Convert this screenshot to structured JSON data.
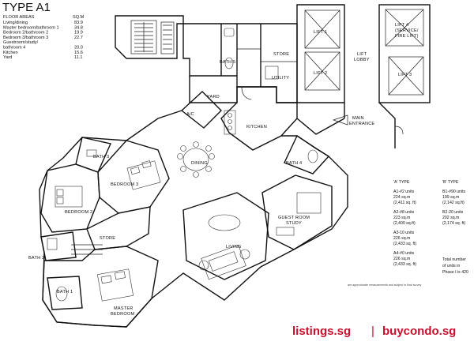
{
  "title": "TYPE A1",
  "floor_areas": {
    "header_label": "FLOOR AREAS",
    "header_unit": "SQ.M",
    "rows": [
      {
        "label": "Living/dining",
        "value": "83.9"
      },
      {
        "label": "Master bedroom/bathroom 1",
        "value": "34.8"
      },
      {
        "label": "Bedroom 2/bathroom 2",
        "value": "19.9"
      },
      {
        "label": "Bedroom 3/bathroom 3",
        "value": "22.7"
      },
      {
        "label": "Guestroom/study/",
        "value": ""
      },
      {
        "label": "bathroom 4",
        "value": "20.0"
      },
      {
        "label": "Kitchen",
        "value": "15.6"
      },
      {
        "label": "Yard",
        "value": "11.1"
      }
    ]
  },
  "rooms": {
    "lift1": "LIFT 1",
    "lift2": "LIFT 2",
    "lift3": "LIFT 3",
    "lift4": "LIFT 4",
    "lift4_sub1": "(SERVICE/",
    "lift4_sub2": "FIRE LIFT)",
    "lift_lobby1": "LIFT",
    "lift_lobby2": "LOBBY",
    "bath5": "BATH 5",
    "store_top": "STORE",
    "utility": "UTILITY",
    "yard": "YARD",
    "ac": "A/C",
    "kitchen": "KITCHEN",
    "main_entrance1": "MAIN",
    "main_entrance2": "ENTRANCE",
    "bath3": "BATH 3",
    "dining": "DINING",
    "bath4": "BATH 4",
    "bedroom3": "BEDROOM 3",
    "bedroom2": "BEDROOM 2",
    "guest1": "GUEST ROOM",
    "guest2": "STUDY",
    "store_mid": "STORE",
    "living": "LIVING",
    "bath2": "BATH 2",
    "bath1": "BATH 1",
    "master1": "MASTER",
    "master2": "BEDROOM"
  },
  "unit_types": {
    "a_head": "'A' TYPE",
    "b_head": "'B' TYPE",
    "a_rows": [
      [
        "A1-#2 units",
        "224 sq.m",
        "(2,411 sq. ft)"
      ],
      [
        "A2-#8 units",
        "223 sq.m",
        "(2,400 sq.ft)"
      ],
      [
        "A3-10 units",
        "226 sq.m",
        "(2,433 sq. ft)"
      ],
      [
        "A4-#0 units",
        "226 sq.m",
        "(2,433 sq. ft)"
      ]
    ],
    "b_rows": [
      [
        "B1-#90 units",
        "199 sq.m",
        "(2,142 sq.ft)"
      ],
      [
        "B2-20 units",
        "202 sq.m",
        "(2,174 sq. ft)"
      ]
    ],
    "total1": "Total number",
    "total2": "of units in",
    "total3": "Phase I is 420"
  },
  "footnote": "are approximate measurements and subject to final survey",
  "watermark": {
    "left": "listings.sg",
    "sep": "|",
    "right": "buycondo.sg",
    "color": "#c8102e"
  }
}
